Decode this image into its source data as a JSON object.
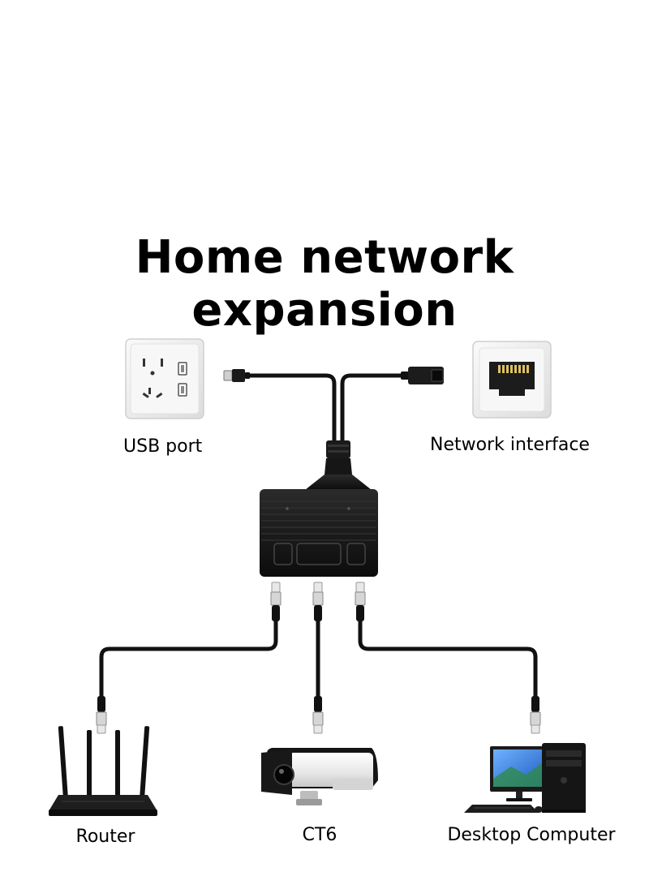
{
  "title": "Home network expansion",
  "labels": {
    "usb_port": "USB port",
    "network_interface": "Network interface",
    "router": "Router",
    "camera": "CT6",
    "desktop_computer": "Desktop Computer"
  },
  "colors": {
    "cable": "#111111",
    "device_body": "#1a1a1a",
    "plate": "#f1f1f1",
    "screen": "#2a6fd6"
  },
  "icons": [
    "wall-outlet-icon",
    "usb-plug-icon",
    "rj45-socket-icon",
    "splitter-icon",
    "router-icon",
    "camera-icon",
    "desktop-computer-icon"
  ]
}
